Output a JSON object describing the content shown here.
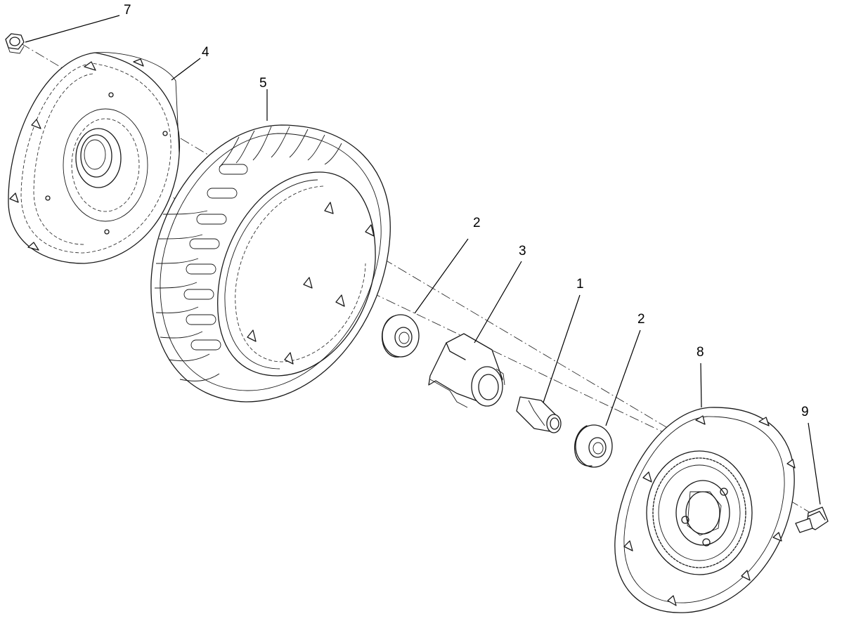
{
  "callouts": [
    {
      "id": "c7",
      "label": "7"
    },
    {
      "id": "c4",
      "label": "4"
    },
    {
      "id": "c5",
      "label": "5"
    },
    {
      "id": "c2a",
      "label": "2"
    },
    {
      "id": "c3",
      "label": "3"
    },
    {
      "id": "c1",
      "label": "1"
    },
    {
      "id": "c2b",
      "label": "2"
    },
    {
      "id": "c8",
      "label": "8"
    },
    {
      "id": "c9",
      "label": "9"
    }
  ],
  "colors": {
    "line": "#1a1a1a",
    "background": "#ffffff"
  }
}
